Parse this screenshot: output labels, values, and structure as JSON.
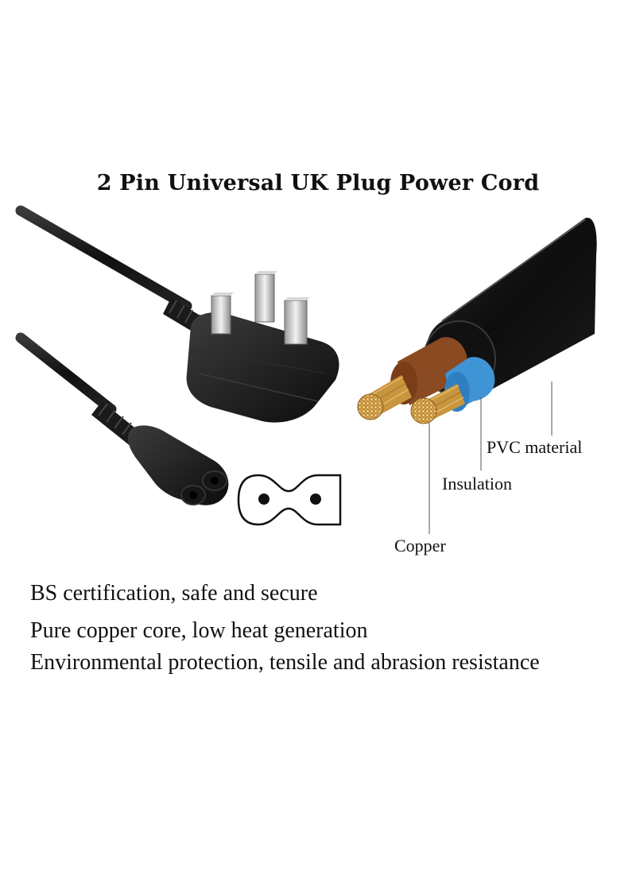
{
  "title": "2 Pin Universal UK Plug Power Cord",
  "labels": {
    "pvc": "PVC material",
    "insulation": "Insulation",
    "copper": "Copper"
  },
  "features": [
    "BS certification, safe and secure",
    "Pure copper core, low heat generation",
    "Environmental protection, tensile and abrasion resistance"
  ],
  "colors": {
    "cable": "#1b1b1b",
    "brown_insulation": "#8a4a22",
    "blue_insulation": "#3f94d6",
    "copper": "#d9a550"
  }
}
